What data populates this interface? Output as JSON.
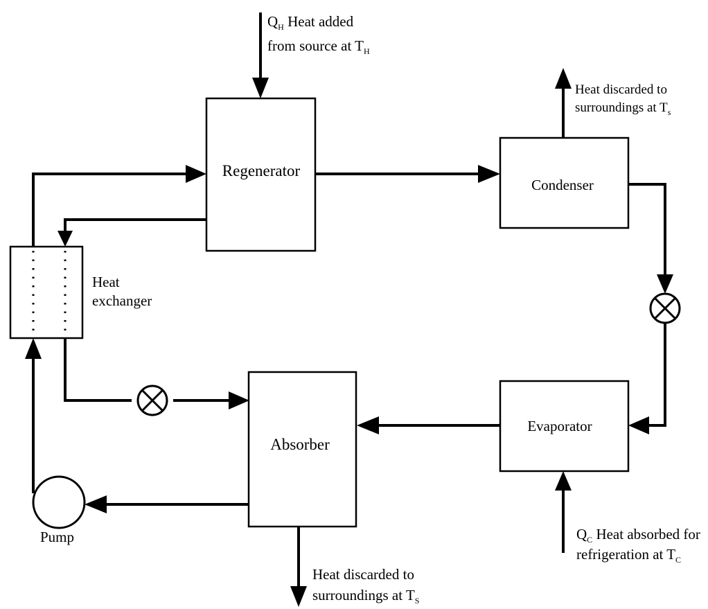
{
  "components": {
    "regenerator": "Regenerator",
    "condenser": "Condenser",
    "evaporator": "Evaporator",
    "absorber": "Absorber",
    "heat_exchanger_line1": "Heat",
    "heat_exchanger_line2": "exchanger",
    "pump": "Pump"
  },
  "annotations": {
    "heat_added": {
      "symbol": "Q",
      "symbol_sub": "H",
      "line1_rest": " Heat added",
      "line2": "from source at T",
      "line2_sub": "H"
    },
    "condenser_discard": {
      "line1": "Heat discarded to",
      "line2": "surroundings at T",
      "line2_sub": "s"
    },
    "absorber_discard": {
      "line1": "Heat discarded to",
      "line2": "surroundings at T",
      "line2_sub": "S"
    },
    "heat_absorbed": {
      "symbol": "Q",
      "symbol_sub": "C",
      "line1_rest": " Heat absorbed for",
      "line2": "refrigeration at T",
      "line2_sub": "C"
    }
  }
}
